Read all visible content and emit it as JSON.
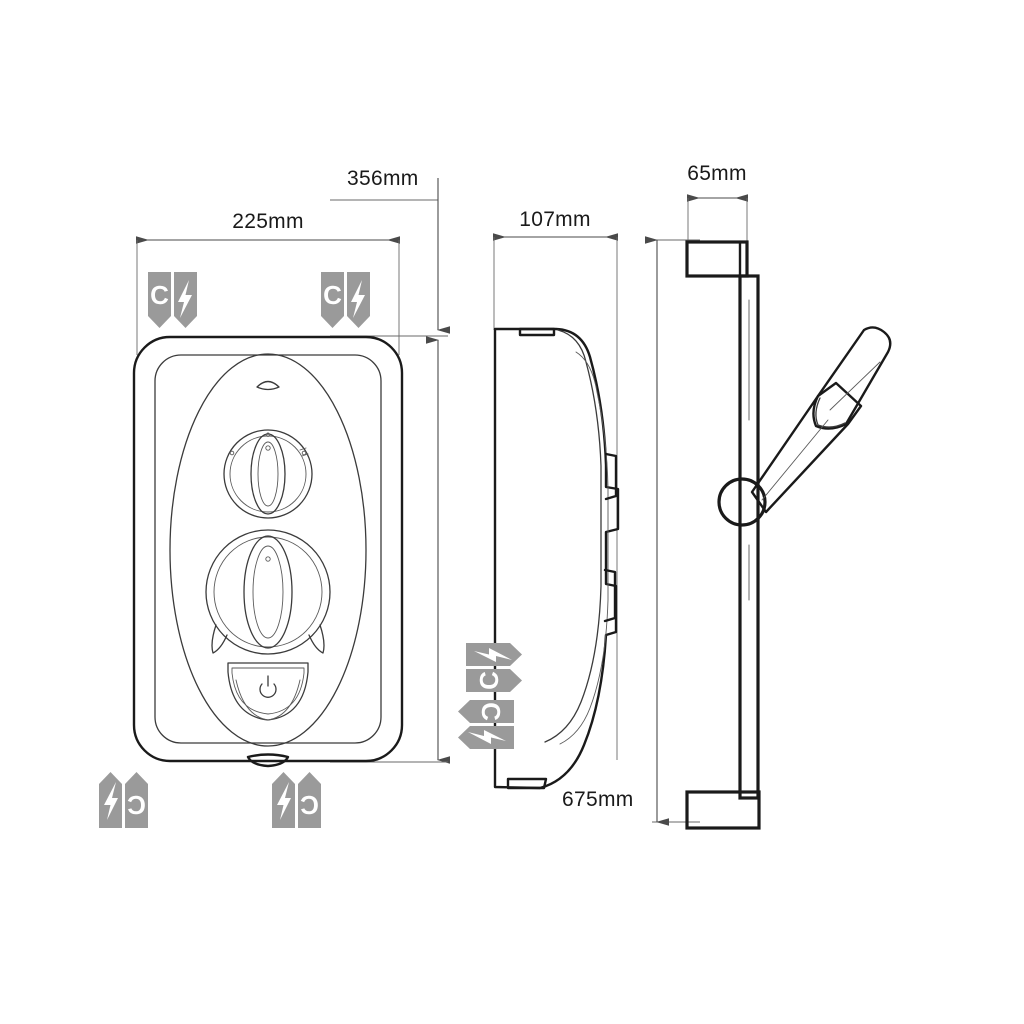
{
  "document": {
    "type": "technical-dimension-drawing",
    "subject": "Electric shower unit with riser rail and handset",
    "background_color": "#ffffff",
    "line_color": "#1a1a1a",
    "badge_color": "#9a9a9a",
    "badge_glyph_color": "#ffffff"
  },
  "dimensions": {
    "front_width": "225mm",
    "front_height": "356mm",
    "side_depth": "107mm",
    "rail_bracket_width": "65mm",
    "rail_height": "675mm"
  },
  "views": {
    "front": {
      "name": "front-view",
      "label": "Front elevation of shower unit"
    },
    "side": {
      "name": "side-view",
      "label": "Side elevation of shower unit"
    },
    "rail": {
      "name": "riser-rail-view",
      "label": "Riser rail with handset"
    }
  },
  "controls": {
    "temperature_knob": "temperature-control-knob",
    "power_knob": "power-selector-knob",
    "power_button": "power-button",
    "indicator": "indicator-light"
  },
  "badges": {
    "glyph_letter": "C",
    "glyph_symbol": "lightning-bolt",
    "count": 6,
    "positions": [
      "front-top-left",
      "front-top-right",
      "front-bottom-left",
      "front-bottom-right",
      "side-middle-left",
      "side-middle-left-lower"
    ]
  }
}
